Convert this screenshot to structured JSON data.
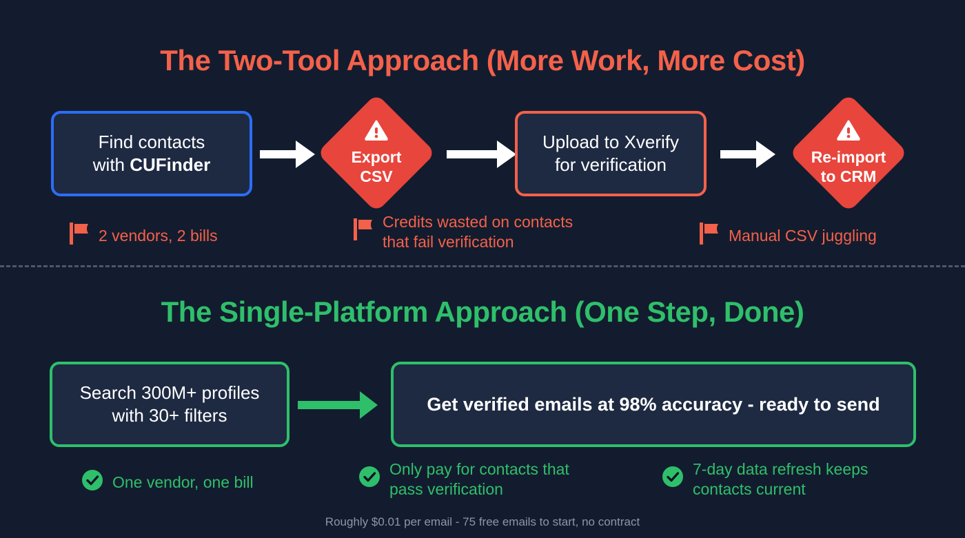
{
  "colors": {
    "background": "#131c2e",
    "box_fill": "#1e2a42",
    "red_accent": "#f4614a",
    "red_diamond": "#e8453c",
    "green_accent": "#2fbf6b",
    "blue_border": "#2d6df6",
    "divider": "#56637d",
    "footer_text": "#8b96ab"
  },
  "top_section": {
    "title": "The Two-Tool Approach (More Work, More Cost)",
    "steps": [
      {
        "id": "find-contacts",
        "text_line1": "Find contacts",
        "text_line2_prefix": "with ",
        "text_line2_bold": "CUFinder",
        "shape": "rounded-box",
        "border": "blue"
      },
      {
        "id": "export-csv",
        "line1": "Export",
        "line2": "CSV",
        "shape": "diamond",
        "icon": "warning-icon"
      },
      {
        "id": "upload-xverify",
        "text_line1": "Upload to Xverify",
        "text_line2": "for verification",
        "shape": "rounded-box",
        "border": "orange"
      },
      {
        "id": "re-import-crm",
        "line1": "Re-import",
        "line2": "to CRM",
        "shape": "diamond",
        "icon": "warning-icon"
      }
    ],
    "arrow_icon": "arrow-right-icon",
    "annotations": [
      {
        "icon": "red-flag-icon",
        "text": "2 vendors, 2 bills"
      },
      {
        "icon": "red-flag-icon",
        "text": "Credits wasted on contacts\nthat fail verification"
      },
      {
        "icon": "red-flag-icon",
        "text": "Manual CSV juggling"
      }
    ]
  },
  "bottom_section": {
    "title": "The Single-Platform Approach (One Step, Done)",
    "steps": [
      {
        "id": "search-profiles",
        "text_line1": "Search 300M+ profiles",
        "text_line2": "with 30+ filters",
        "shape": "rounded-box",
        "border": "green"
      },
      {
        "id": "verified-result",
        "text": "Get verified emails at 98% accuracy - ready to send",
        "shape": "rounded-box",
        "border": "green"
      }
    ],
    "arrow_icon": "arrow-right-icon",
    "annotations": [
      {
        "icon": "green-check-icon",
        "text": "One vendor, one bill"
      },
      {
        "icon": "green-check-icon",
        "text": "Only pay for contacts that\npass verification"
      },
      {
        "icon": "green-check-icon",
        "text": "7-day data refresh keeps\ncontacts current"
      }
    ]
  },
  "footer": {
    "note": "Roughly $0.01 per email - 75 free emails to start, no contract"
  }
}
